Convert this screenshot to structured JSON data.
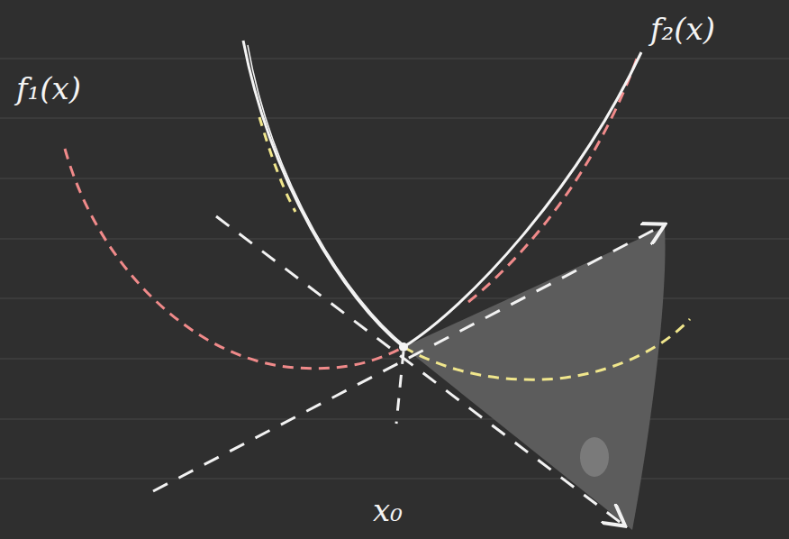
{
  "diagram": {
    "labels": [
      "f₁(x)",
      "f₂(x)",
      "x₀"
    ]
  }
}
